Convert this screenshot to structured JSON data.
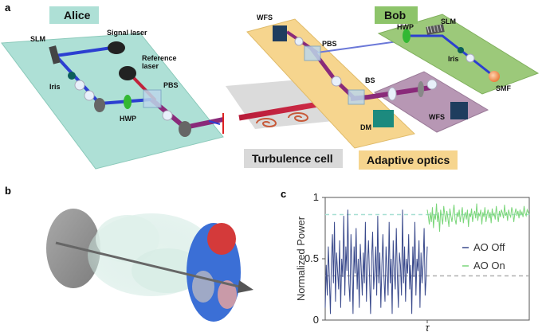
{
  "panels": {
    "a": "a",
    "b": "b",
    "c": "c"
  },
  "alice": {
    "title": "Alice",
    "labels": {
      "slm": "SLM",
      "signal_laser": "Signal laser",
      "reference_laser_1": "Reference",
      "reference_laser_2": "laser",
      "iris": "Iris",
      "pbs": "PBS",
      "hwp": "HWP"
    }
  },
  "bob": {
    "title": "Bob",
    "labels": {
      "hwp": "HWP",
      "slm": "SLM",
      "iris": "Iris",
      "smf": "SMF"
    }
  },
  "middle": {
    "labels": {
      "wfs_top": "WFS",
      "pbs": "PBS",
      "bs": "BS",
      "dm": "DM",
      "wfs_bottom": "WFS"
    },
    "turbulence_cell": "Turbulence cell",
    "adaptive_optics": "Adaptive optics"
  },
  "colors": {
    "alice_table": "#aee0d6",
    "bob_table": "#9cc97a",
    "bob_tag": "#8dc46a",
    "ao_table": "#f6d58e",
    "wfs_table": "#b797b4",
    "beam_red": "#c0223a",
    "beam_blue": "#2c3fd1",
    "ao_off": "#3a4a8c",
    "ao_on": "#7ad67a"
  },
  "chart_data": {
    "type": "line",
    "xlabel": "",
    "ylabel": "Normalized Power",
    "ylim": [
      0,
      1
    ],
    "yticks": [
      "0",
      "0.5",
      "1"
    ],
    "xtick_label": "τ",
    "tau": 0.5,
    "legend": [
      "AO Off",
      "AO On"
    ],
    "legend_position": "right",
    "reference_levels": {
      "ao_off_mean": 0.36,
      "ao_on_mean": 0.86
    },
    "series": [
      {
        "name": "AO Off",
        "x_range": [
          0,
          0.5
        ],
        "values": [
          0.1,
          0.45,
          0.2,
          0.6,
          0.35,
          0.05,
          0.5,
          0.7,
          0.3,
          0.8,
          0.15,
          0.55,
          0.4,
          0.25,
          0.65,
          0.1,
          0.5,
          0.35,
          0.85,
          0.2,
          0.6,
          0.4,
          0.9,
          0.3,
          0.15,
          0.7,
          0.45,
          0.05,
          0.6,
          0.38,
          0.75,
          0.25,
          0.5,
          0.1,
          0.62,
          0.4,
          0.2,
          0.55,
          0.3,
          0.8,
          0.15,
          0.45,
          0.65,
          0.35,
          0.05,
          0.5,
          0.72,
          0.25,
          0.4,
          0.6,
          0.2,
          0.85,
          0.3,
          0.55,
          0.1,
          0.45,
          0.7,
          0.35,
          0.15,
          0.6,
          0.42,
          0.2,
          0.8,
          0.3,
          0.5,
          0.05,
          0.65,
          0.4,
          0.25,
          0.75,
          0.35,
          0.1,
          0.55,
          0.45,
          0.2,
          0.9,
          0.3,
          0.6,
          0.15,
          0.5,
          0.38,
          0.7,
          0.25,
          0.45,
          0.05,
          0.6,
          0.35,
          0.8,
          0.2,
          0.5,
          0.4,
          0.65,
          0.1,
          0.55,
          0.3,
          0.45,
          0.75,
          0.2,
          0.35,
          0.6
        ]
      },
      {
        "name": "AO On",
        "x_range": [
          0.5,
          1
        ],
        "values": [
          0.9,
          0.85,
          0.78,
          0.88,
          0.8,
          0.92,
          0.75,
          0.86,
          0.82,
          0.95,
          0.8,
          0.88,
          0.72,
          0.9,
          0.84,
          0.78,
          0.93,
          0.86,
          0.8,
          0.89,
          0.83,
          0.76,
          0.91,
          0.85,
          0.8,
          0.87,
          0.94,
          0.82,
          0.78,
          0.88,
          0.84,
          0.9,
          0.8,
          0.86,
          0.92,
          0.79,
          0.85,
          0.88,
          0.82,
          0.9,
          0.76,
          0.87,
          0.84,
          0.91,
          0.8,
          0.86,
          0.89,
          0.83,
          0.95,
          0.81,
          0.87,
          0.85,
          0.9,
          0.78,
          0.88,
          0.84,
          0.92,
          0.8,
          0.86,
          0.9,
          0.83,
          0.88,
          0.79,
          0.91,
          0.85,
          0.87,
          0.82,
          0.93,
          0.86,
          0.8,
          0.89,
          0.84,
          0.9,
          0.87,
          0.83,
          0.94,
          0.85,
          0.88,
          0.81,
          0.9,
          0.86,
          0.84,
          0.92,
          0.88,
          0.8,
          0.87,
          0.91,
          0.85,
          0.89,
          0.83,
          0.9,
          0.86,
          0.88,
          0.84,
          0.93,
          0.87,
          0.85,
          0.9,
          0.88,
          0.86
        ]
      }
    ]
  }
}
